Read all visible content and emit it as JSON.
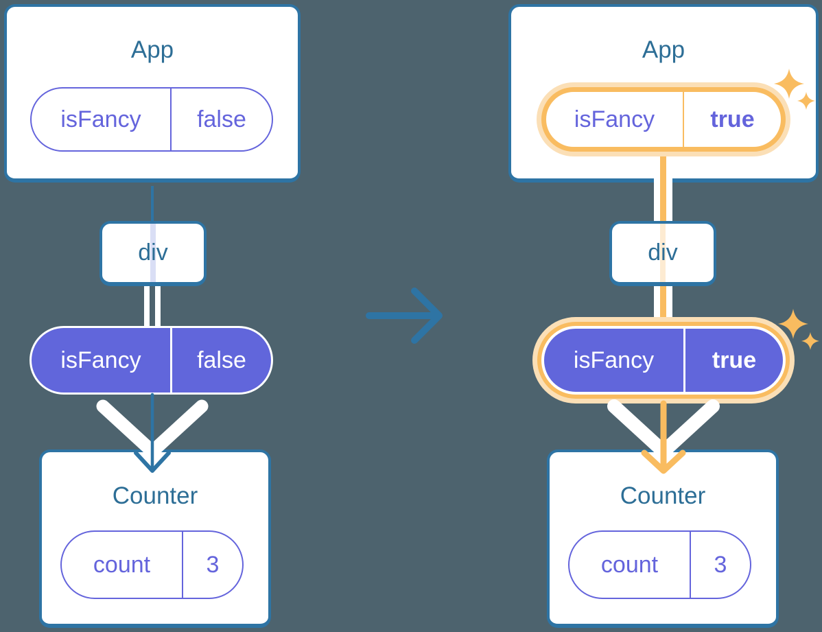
{
  "colors": {
    "background": "#4D636E",
    "card_border": "#2E74A4",
    "title_text": "#2D6E96",
    "purple": "#6464DC",
    "purple_fill": "#6166DB",
    "purple_pale": "#D9DEF5",
    "orange": "#F9BC60",
    "orange_pale": "#FBDFB6",
    "orange_faint": "#FDEBD2"
  },
  "before": {
    "app": {
      "title": "App",
      "prop": {
        "name": "isFancy",
        "value": "false"
      }
    },
    "div": {
      "label": "div"
    },
    "passed_prop": {
      "name": "isFancy",
      "value": "false"
    },
    "counter": {
      "title": "Counter",
      "state": {
        "name": "count",
        "value": "3"
      }
    }
  },
  "after": {
    "app": {
      "title": "App",
      "prop": {
        "name": "isFancy",
        "value": "true"
      }
    },
    "div": {
      "label": "div"
    },
    "passed_prop": {
      "name": "isFancy",
      "value": "true"
    },
    "counter": {
      "title": "Counter",
      "state": {
        "name": "count",
        "value": "3"
      }
    }
  }
}
